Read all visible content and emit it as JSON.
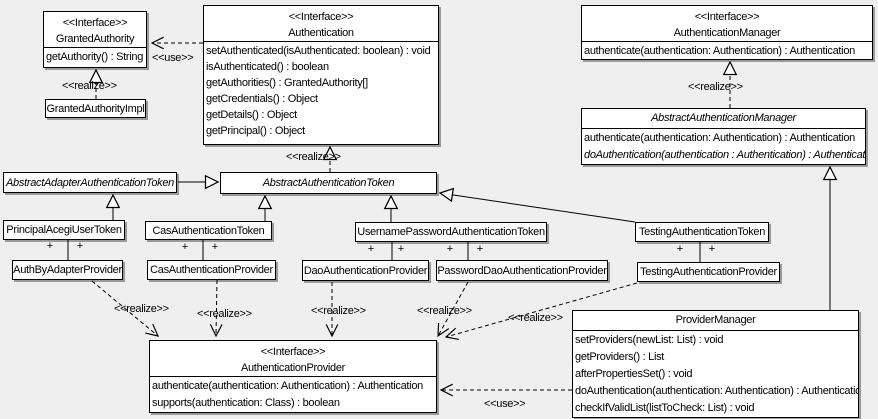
{
  "diagram": {
    "background_color": "#efefef",
    "box_fill": "#ffffff",
    "line_color": "#000000",
    "shadow_color": "#9a9a9a"
  },
  "classes": {
    "granted_authority": {
      "stereotype": "<<Interface>>",
      "name": "GrantedAuthority",
      "methods": [
        "getAuthority() : String"
      ]
    },
    "granted_authority_impl": {
      "name": "GrantedAuthorityImpl"
    },
    "authentication": {
      "stereotype": "<<Interface>>",
      "name": "Authentication",
      "methods": [
        "setAuthenticated(isAuthenticated: boolean) : void",
        "isAuthenticated() : boolean",
        "getAuthorities() : GrantedAuthority[]",
        "getCredentials() : Object",
        "getDetails() : Object",
        "getPrincipal() : Object"
      ]
    },
    "authentication_manager": {
      "stereotype": "<<Interface>>",
      "name": "AuthenticationManager",
      "methods": [
        "authenticate(authentication: Authentication) : Authentication"
      ]
    },
    "abstract_authentication_manager": {
      "name": "AbstractAuthenticationManager",
      "methods": [
        "authenticate(authentication: Authentication) : Authentication",
        "doAuthentication(authentication : Authentication) : Authentication"
      ]
    },
    "abstract_adapter_authentication_token": {
      "name": "AbstractAdapterAuthenticationToken"
    },
    "abstract_authentication_token": {
      "name": "AbstractAuthenticationToken"
    },
    "principal_acegi_user_token": {
      "name": "PrincipalAcegiUserToken"
    },
    "cas_authentication_token": {
      "name": "CasAuthenticationToken"
    },
    "username_password_authentication_token": {
      "name": "UsernamePasswordAuthenticationToken"
    },
    "testing_authentication_token": {
      "name": "TestingAuthenticationToken"
    },
    "auth_by_adapter_provider": {
      "name": "AuthByAdapterProvider"
    },
    "cas_authentication_provider": {
      "name": "CasAuthenticationProvider"
    },
    "dao_authentication_provider": {
      "name": "DaoAuthenticationProvider"
    },
    "password_dao_authentication_provider": {
      "name": "PasswordDaoAuthenticationProvider"
    },
    "testing_authentication_provider": {
      "name": "TestingAuthenticationProvider"
    },
    "authentication_provider": {
      "stereotype": "<<Interface>>",
      "name": "AuthenticationProvider",
      "methods": [
        "authenticate(authentication: Authentication) : Authentication",
        "supports(authentication: Class) : boolean"
      ]
    },
    "provider_manager": {
      "name": "ProviderManager",
      "methods": [
        "setProviders(newList: List) : void",
        "getProviders() : List",
        "afterPropertiesSet() : void",
        "doAuthentication(authentication: Authentication) : Authentication",
        "checkIfValidList(listToCheck: List) : void"
      ]
    }
  },
  "edge_labels": {
    "use_granted": "<<use>>",
    "realize_granted": "<<realize>>",
    "realize_token": "<<realize>>",
    "realize_authmgr": "<<realize>>",
    "realize_authby": "<<realize>>",
    "realize_cas": "<<realize>>",
    "realize_dao": "<<realize>>",
    "realize_pwddao": "<<realize>>",
    "realize_testing": "<<realize>>",
    "use_provider": "<<use>>"
  },
  "multiplicity": "+"
}
